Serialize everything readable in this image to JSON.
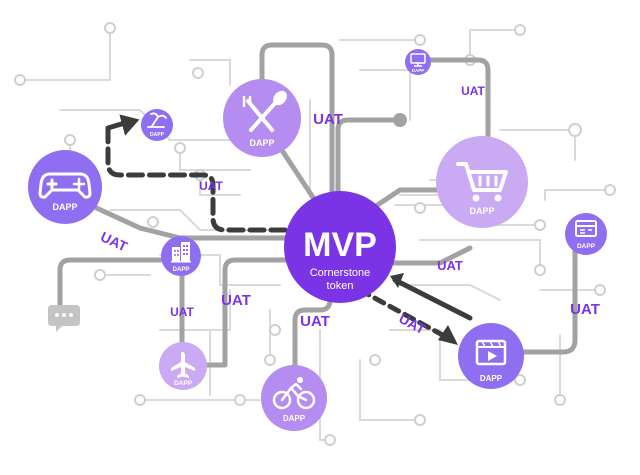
{
  "center": {
    "title": "MVP",
    "subtitle_line1": "Cornerstone",
    "subtitle_line2": "token"
  },
  "dapp_label": "DAPP",
  "uat_label": "UAT",
  "colors": {
    "center": "#7b33e6",
    "uat_text": "#7b33e6",
    "dapp_violet": "#8f6ef2",
    "dapp_lilac": "#b58cf0",
    "dapp_light": "#c9aaf3",
    "line_gray": "#9a9a9a",
    "line_light": "#d6d6d6",
    "arrow_dark": "#3c3c3c"
  },
  "nodes": [
    {
      "id": "game",
      "icon": "gamepad-icon",
      "label": "DAPP"
    },
    {
      "id": "beach",
      "icon": "palm-tree-icon",
      "label": "DAPP"
    },
    {
      "id": "food",
      "icon": "fork-spoon-icon",
      "label": "DAPP"
    },
    {
      "id": "monitor",
      "icon": "monitor-icon",
      "label": "DAPP"
    },
    {
      "id": "cart",
      "icon": "shopping-cart-icon",
      "label": "DAPP"
    },
    {
      "id": "browser",
      "icon": "browser-window-icon",
      "label": "DAPP"
    },
    {
      "id": "city",
      "icon": "buildings-icon",
      "label": "DAPP"
    },
    {
      "id": "plane",
      "icon": "airplane-icon",
      "label": "DAPP"
    },
    {
      "id": "bike",
      "icon": "bicycle-icon",
      "label": "DAPP"
    },
    {
      "id": "video",
      "icon": "video-player-icon",
      "label": "DAPP"
    }
  ],
  "uat_labels": [
    "UAT",
    "UAT",
    "UAT",
    "UAT",
    "UAT",
    "UAT",
    "UAT",
    "UAT",
    "UAT"
  ]
}
